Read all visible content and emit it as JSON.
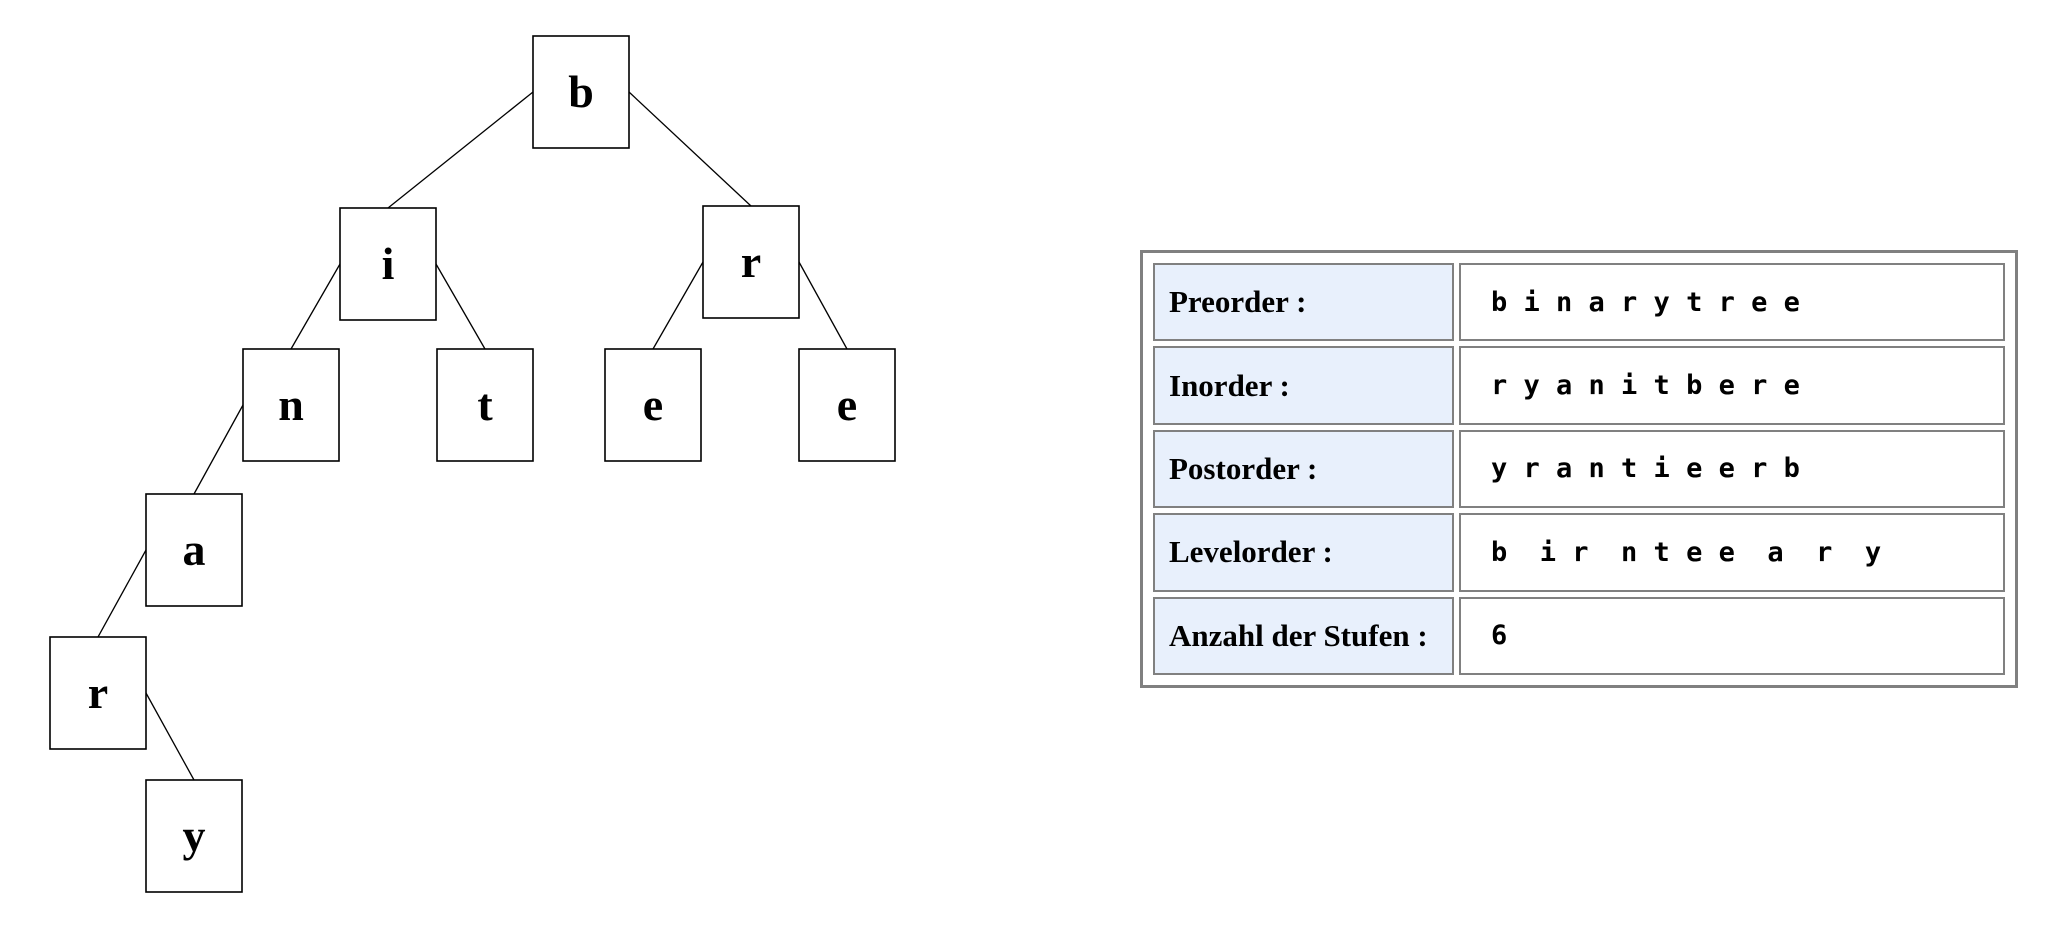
{
  "tree": {
    "nodes": [
      {
        "id": "n-b",
        "label": "b"
      },
      {
        "id": "n-i",
        "label": "i"
      },
      {
        "id": "n-r",
        "label": "r"
      },
      {
        "id": "n-n",
        "label": "n"
      },
      {
        "id": "n-t",
        "label": "t"
      },
      {
        "id": "n-e1",
        "label": "e"
      },
      {
        "id": "n-e2",
        "label": "e"
      },
      {
        "id": "n-a",
        "label": "a"
      },
      {
        "id": "n-r2",
        "label": "r"
      },
      {
        "id": "n-y",
        "label": "y"
      }
    ],
    "edges": [
      [
        "n-b",
        "n-i"
      ],
      [
        "n-b",
        "n-r"
      ],
      [
        "n-i",
        "n-n"
      ],
      [
        "n-i",
        "n-t"
      ],
      [
        "n-r",
        "n-e1"
      ],
      [
        "n-r",
        "n-e2"
      ],
      [
        "n-n",
        "n-a"
      ],
      [
        "n-a",
        "n-r2"
      ],
      [
        "n-r2",
        "n-y"
      ]
    ]
  },
  "traversals": {
    "rows": [
      {
        "label": "Preorder :",
        "value": "b i n a r y t r e e"
      },
      {
        "label": "Inorder :",
        "value": "r y a n i t b e r e"
      },
      {
        "label": "Postorder :",
        "value": "y r a n t i e e r b"
      },
      {
        "label": "Levelorder :",
        "value": "b  i r  n t e e  a  r  y"
      },
      {
        "label": "Anzahl der Stufen :",
        "value": "6"
      }
    ]
  }
}
